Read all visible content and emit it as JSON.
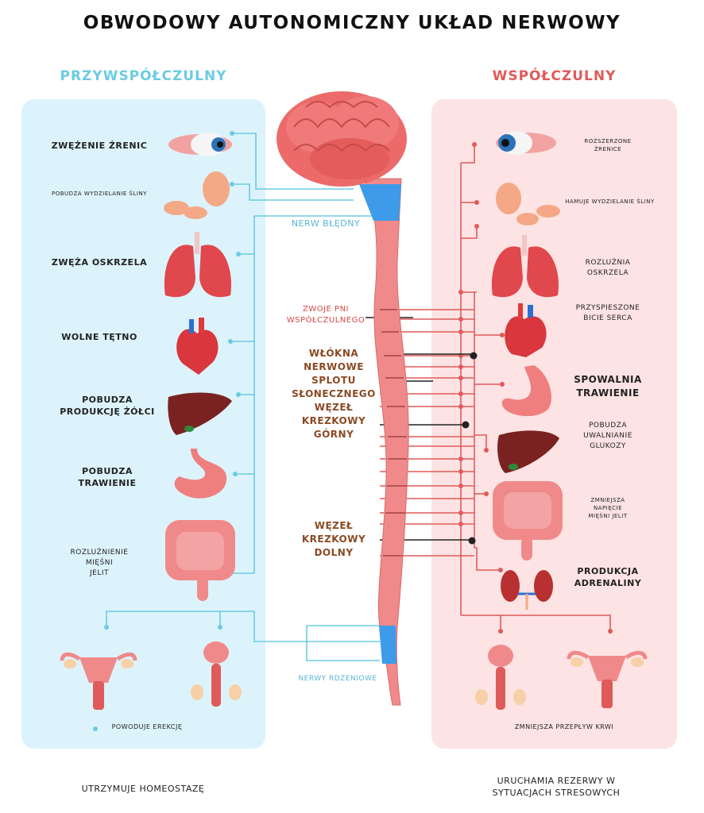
{
  "title": "Obwodowy autonomiczny układ nerwowy",
  "parasympathetic": {
    "header": "Przywspółczulny",
    "items": {
      "pupil": "Zwężenie źrenic",
      "saliva": "Pobudza wydzielanie śliny",
      "bronchi": "Zwęża oskrzela",
      "heart": "Wolne tętno",
      "bile_1": "Pobudza",
      "bile_2": "produkcję żółci",
      "digest_1": "Pobudza",
      "digest_2": "trawienie",
      "gut_1": "Rozluźnienie",
      "gut_2": "mięśni",
      "gut_3": "jelit",
      "erection": "Powoduje erekcję"
    },
    "footer": "Utrzymuje homeostazę"
  },
  "sympathetic": {
    "header": "Współczulny",
    "items": {
      "pupil_1": "Rozszerzone",
      "pupil_2": "źrenice",
      "saliva": "Hamuje wydzielanie śliny",
      "bronchi_1": "Rozluźnia",
      "bronchi_2": "oskrzela",
      "heart_1": "Przyspieszone",
      "heart_2": "bicie serca",
      "digest_1": "Spowalnia",
      "digest_2": "trawienie",
      "glucose_1": "Pobudza",
      "glucose_2": "uwalnianie",
      "glucose_3": "glukozy",
      "gut_1": "Zmniejsza",
      "gut_2": "napięcie",
      "gut_3": "mięśni jelit",
      "adrenaline_1": "Produkcja",
      "adrenaline_2": "adrenaliny",
      "blood": "Zmniejsza przepływ krwi"
    },
    "footer_1": "Uruchamia rezerwy w",
    "footer_2": "sytuacjach stresowych"
  },
  "center": {
    "vagus": "Nerw błędny",
    "ganglia_1": "Zwoje pni",
    "ganglia_2": "współczulnego",
    "plexus_1": "Włókna",
    "plexus_2": "nerwowe",
    "plexus_3": "splotu",
    "plexus_4": "słonecznego",
    "plexus_5": "Węzeł",
    "plexus_6": "krezkowy",
    "plexus_7": "górny",
    "lower_1": "Węzeł",
    "lower_2": "krezkowy",
    "lower_3": "dolny",
    "spinal": "Nerwy rdzeniowe"
  },
  "colors": {
    "para_panel": "#dcf3fb",
    "symp_panel": "#fde3e3",
    "para_line": "#6ccbe3",
    "symp_line": "#e05a5a",
    "cord": "#f08a8a",
    "cord_blue": "#3d9be9"
  }
}
